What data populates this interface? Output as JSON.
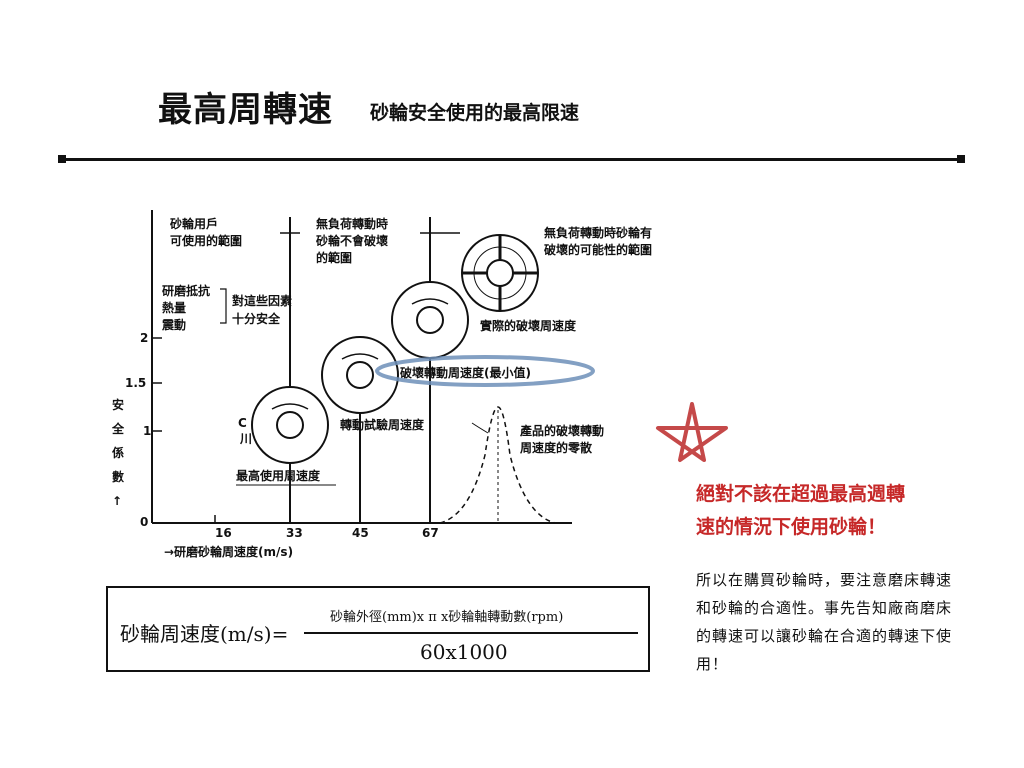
{
  "header": {
    "title": "最高周轉速",
    "subtitle": "砂輪安全使用的最高限速"
  },
  "diagram": {
    "y_axis_label": [
      "安",
      "全",
      "係",
      "數",
      "↑"
    ],
    "y_ticks": [
      "2",
      "1.5",
      "1",
      "0"
    ],
    "x_ticks": [
      "16",
      "33",
      "45",
      "67"
    ],
    "x_axis_label": "→研磨砂輪周速度(m/s)",
    "label_user_range": [
      "砂輪用戶",
      "可使用的範圍"
    ],
    "label_factors": [
      "研磨抵抗",
      "熱量",
      "震動"
    ],
    "label_safe": [
      "對這些因素",
      "十分安全"
    ],
    "label_no_break": [
      "無負荷轉動時",
      "砂輪不會破壞",
      "的範圍"
    ],
    "label_may_break": [
      "無負荷轉動時砂輪有",
      "破壞的可能性的範圍"
    ],
    "label_actual_break": "實際的破壞周速度",
    "label_min_break": "破壞轉動周速度(最小值)",
    "label_test_speed": "轉動試驗周速度",
    "label_max_use": "最高使用周速度",
    "label_scatter": [
      "產品的破壞轉動",
      "周速度的零散"
    ],
    "label_small": "川"
  },
  "warning": {
    "line1": "絕對不該在超過最高週轉",
    "line2": "速的情況下使用砂輪！"
  },
  "note": {
    "text": "所以在購買砂輪時，要注意磨床轉速和砂輪的合適性。事先告知廠商磨床的轉速可以讓砂輪在合適的轉速下使用！"
  },
  "formula": {
    "label": "砂輪周速度(m/s)=",
    "numerator": "砂輪外徑(mm)x π x砂輪軸轉動數(rpm)",
    "denominator": "60x1000"
  },
  "colors": {
    "warning_red": "#c62828",
    "highlight_blue": "#6d8fb8",
    "star_red": "#b71c1c"
  }
}
